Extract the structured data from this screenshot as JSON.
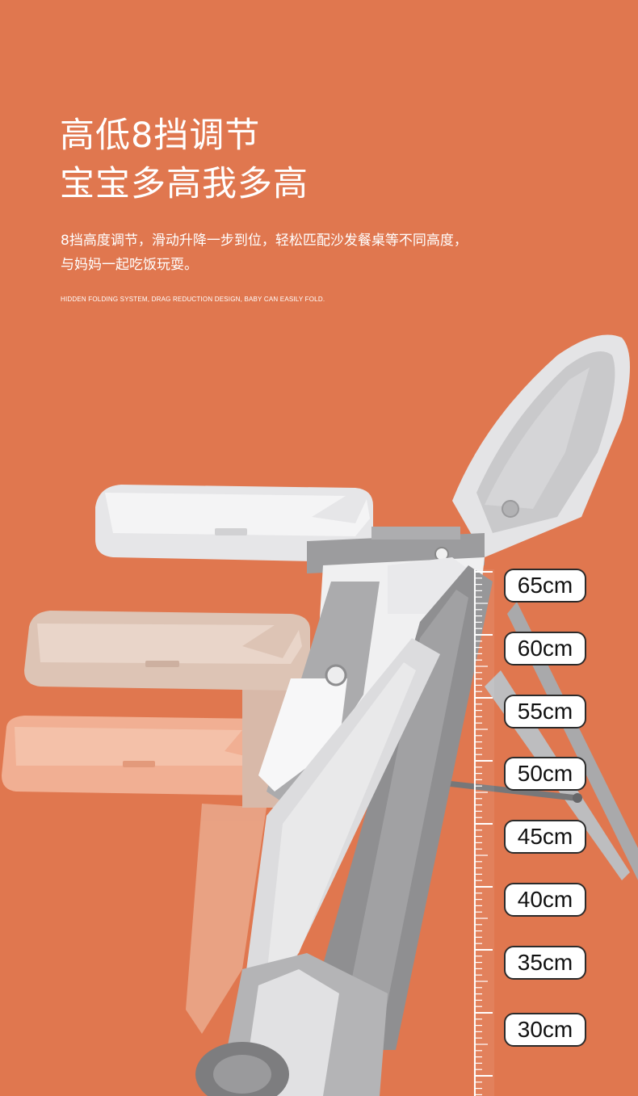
{
  "headline": {
    "line1": "高低8挡调节",
    "line2": "宝宝多高我多高"
  },
  "description": {
    "line1": "8挡高度调节，滑动升降一步到位，轻松匹配沙发餐桌等不同高度，",
    "line2": "与妈妈一起吃饭玩耍。"
  },
  "english_caption": "HIDDEN FOLDING SYSTEM, DRAG REDUCTION DESIGN, BABY CAN EASILY FOLD.",
  "height_labels": [
    "65cm",
    "60cm",
    "55cm",
    "50cm",
    "45cm",
    "40cm",
    "35cm",
    "30cm"
  ],
  "colors": {
    "background": "#e0774f",
    "text": "#ffffff",
    "chair_gray": "#8f8f91",
    "tray_gray": "#e7e7e7",
    "tray_beige": "#ddc4b5",
    "tray_peach": "#f2b397"
  }
}
